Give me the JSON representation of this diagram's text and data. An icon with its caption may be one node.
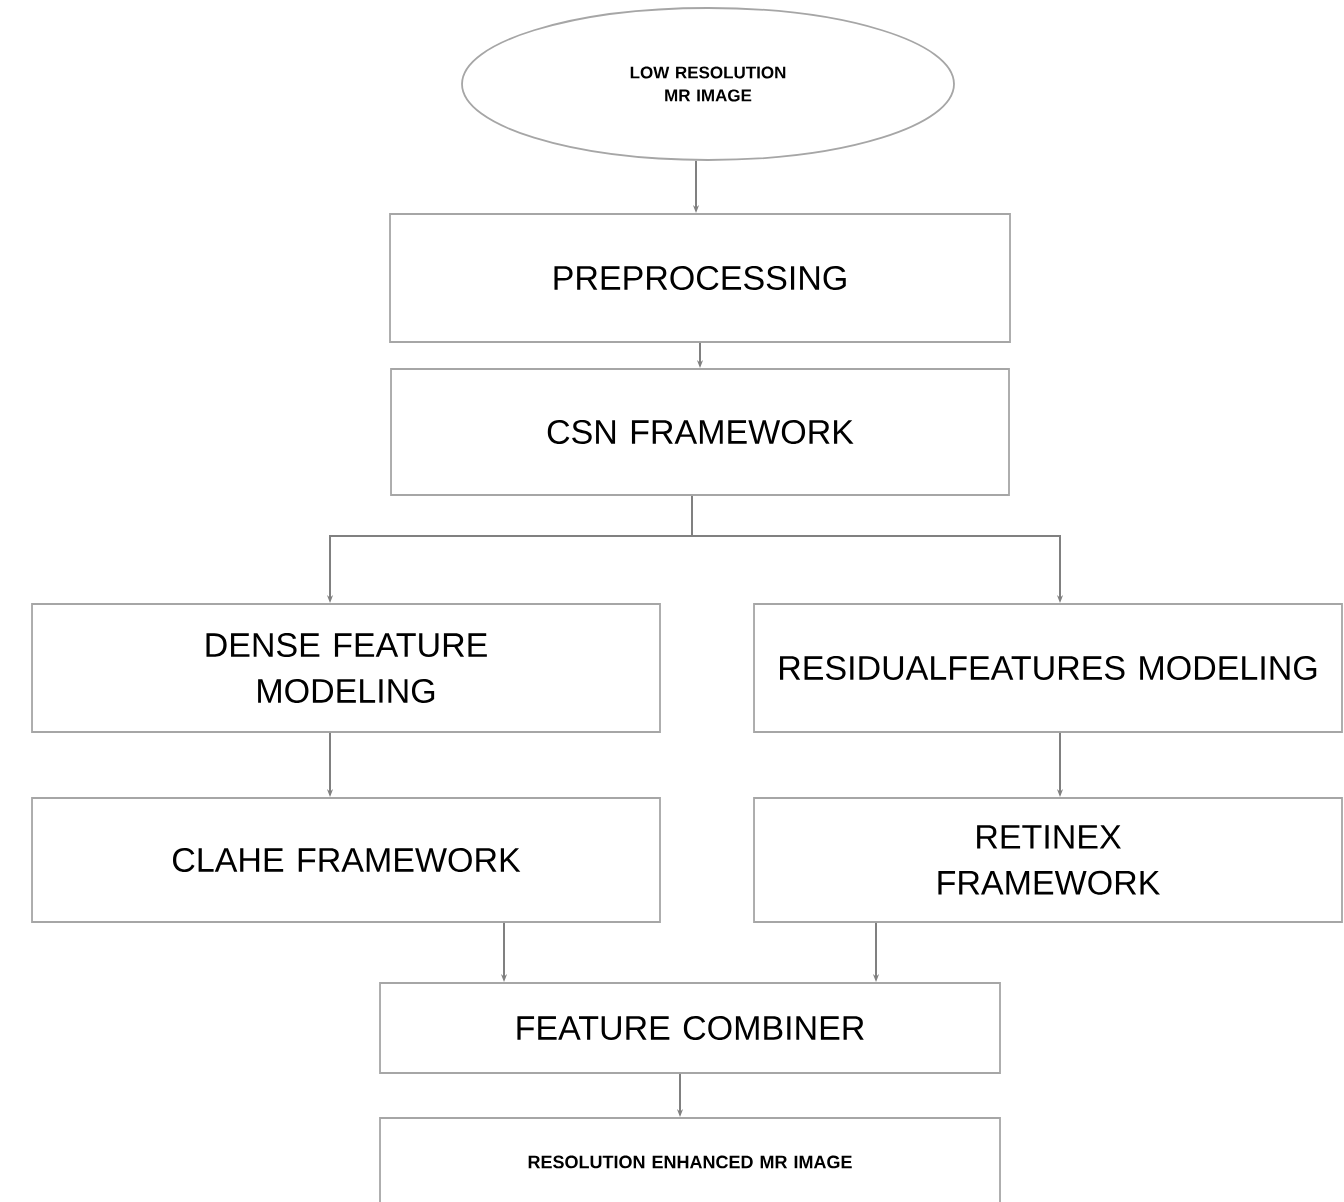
{
  "diagram": {
    "nodes": [
      {
        "text": [
          "LOW RESOLUTION MR IMAGE"
        ]
      },
      {
        "text": [
          "PREPROCESSING"
        ]
      },
      {
        "text": [
          "CSN FRAMEWORK"
        ]
      },
      {
        "text": [
          "DENSE FEATURE MODELING"
        ]
      },
      {
        "text": [
          "RESIDUALFEATURES MODELING"
        ]
      },
      {
        "text": [
          "CLAHE FRAMEWORK"
        ]
      },
      {
        "text": [
          "RETINEX FRAMEWORK"
        ]
      },
      {
        "text": [
          "FEATURE COMBINER"
        ]
      },
      {
        "text": [
          "RESOLUTION ENHANCED MR IMAGE"
        ]
      }
    ],
    "edges": [
      {
        "from": 0,
        "to": 1,
        "arrow": "to"
      },
      {
        "from": 1,
        "to": 2,
        "arrow": "to"
      },
      {
        "from": 2,
        "to": 3,
        "arrow": "to"
      },
      {
        "from": 2,
        "to": 4,
        "arrow": "to"
      },
      {
        "from": 3,
        "to": 5,
        "arrow": "to"
      },
      {
        "from": 4,
        "to": 6,
        "arrow": "to"
      },
      {
        "from": 5,
        "to": 7,
        "arrow": "to"
      },
      {
        "from": 6,
        "to": 7,
        "arrow": "to"
      },
      {
        "from": 7,
        "to": 8,
        "arrow": "to"
      }
    ]
  }
}
